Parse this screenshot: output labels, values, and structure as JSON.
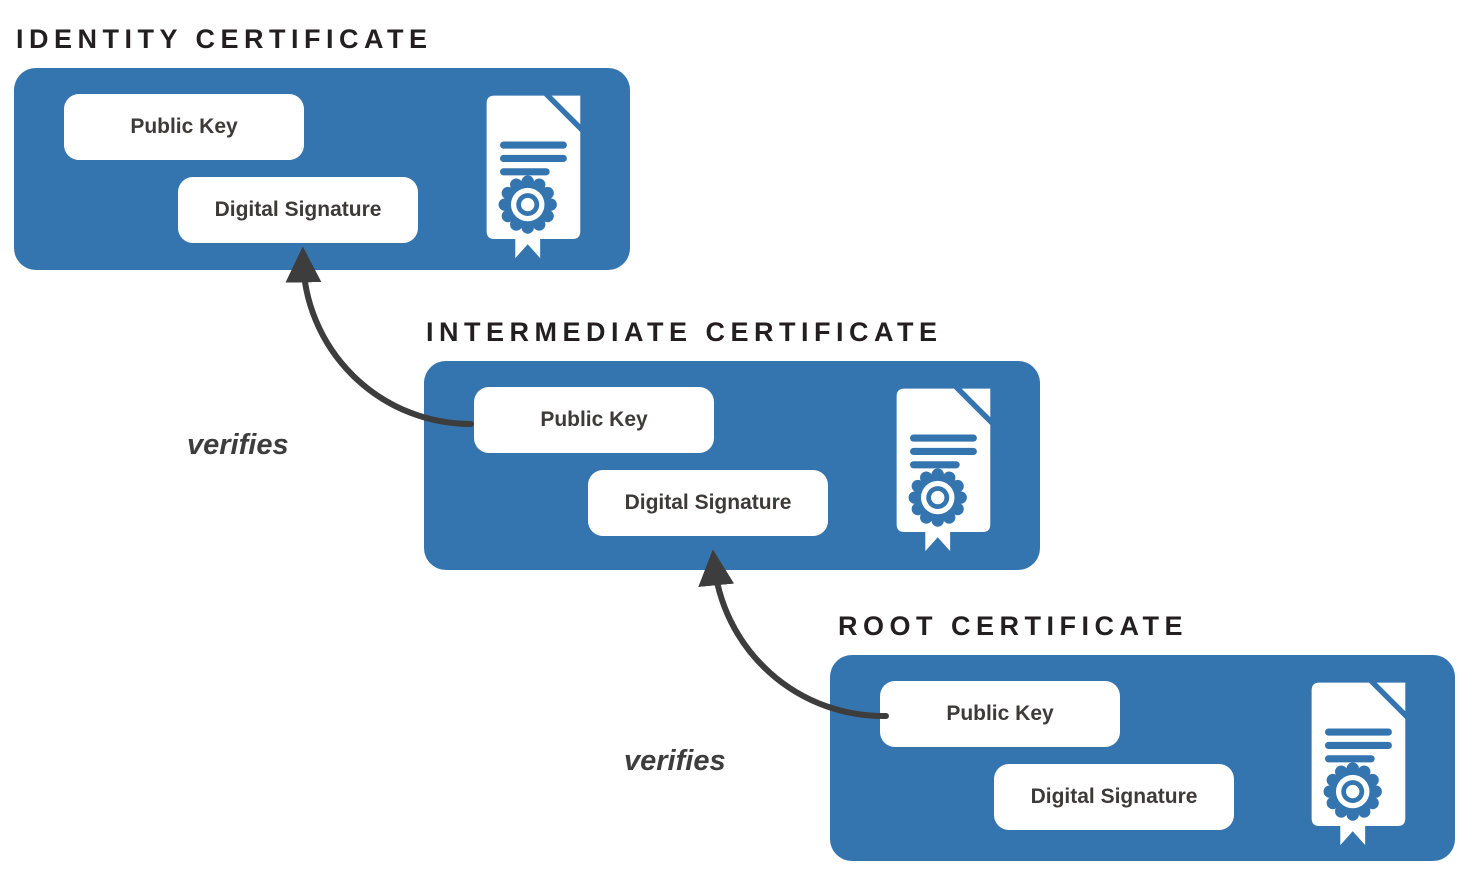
{
  "diagram": {
    "type": "certificate-chain-of-trust",
    "colors": {
      "panel_blue": "#3575af",
      "title_ink": "#231f20",
      "label_gray": "#3e3a3a",
      "arrow_gray": "#3d3d3d",
      "chip_white": "#ffffff",
      "background": "#ffffff"
    },
    "certificates": [
      {
        "title": "IDENTITY CERTIFICATE",
        "fields": [
          "Public Key",
          "Digital Signature"
        ],
        "icon": "certificate-document-with-seal-icon"
      },
      {
        "title": "INTERMEDIATE CERTIFICATE",
        "fields": [
          "Public Key",
          "Digital Signature"
        ],
        "icon": "certificate-document-with-seal-icon"
      },
      {
        "title": "ROOT CERTIFICATE",
        "fields": [
          "Public Key",
          "Digital Signature"
        ],
        "icon": "certificate-document-with-seal-icon"
      }
    ],
    "arrows": [
      {
        "label": "verifies",
        "from": "Intermediate Certificate — Public Key",
        "to": "Identity Certificate — Digital Signature"
      },
      {
        "label": "verifies",
        "from": "Root Certificate — Public Key",
        "to": "Intermediate Certificate — Digital Signature"
      }
    ]
  }
}
